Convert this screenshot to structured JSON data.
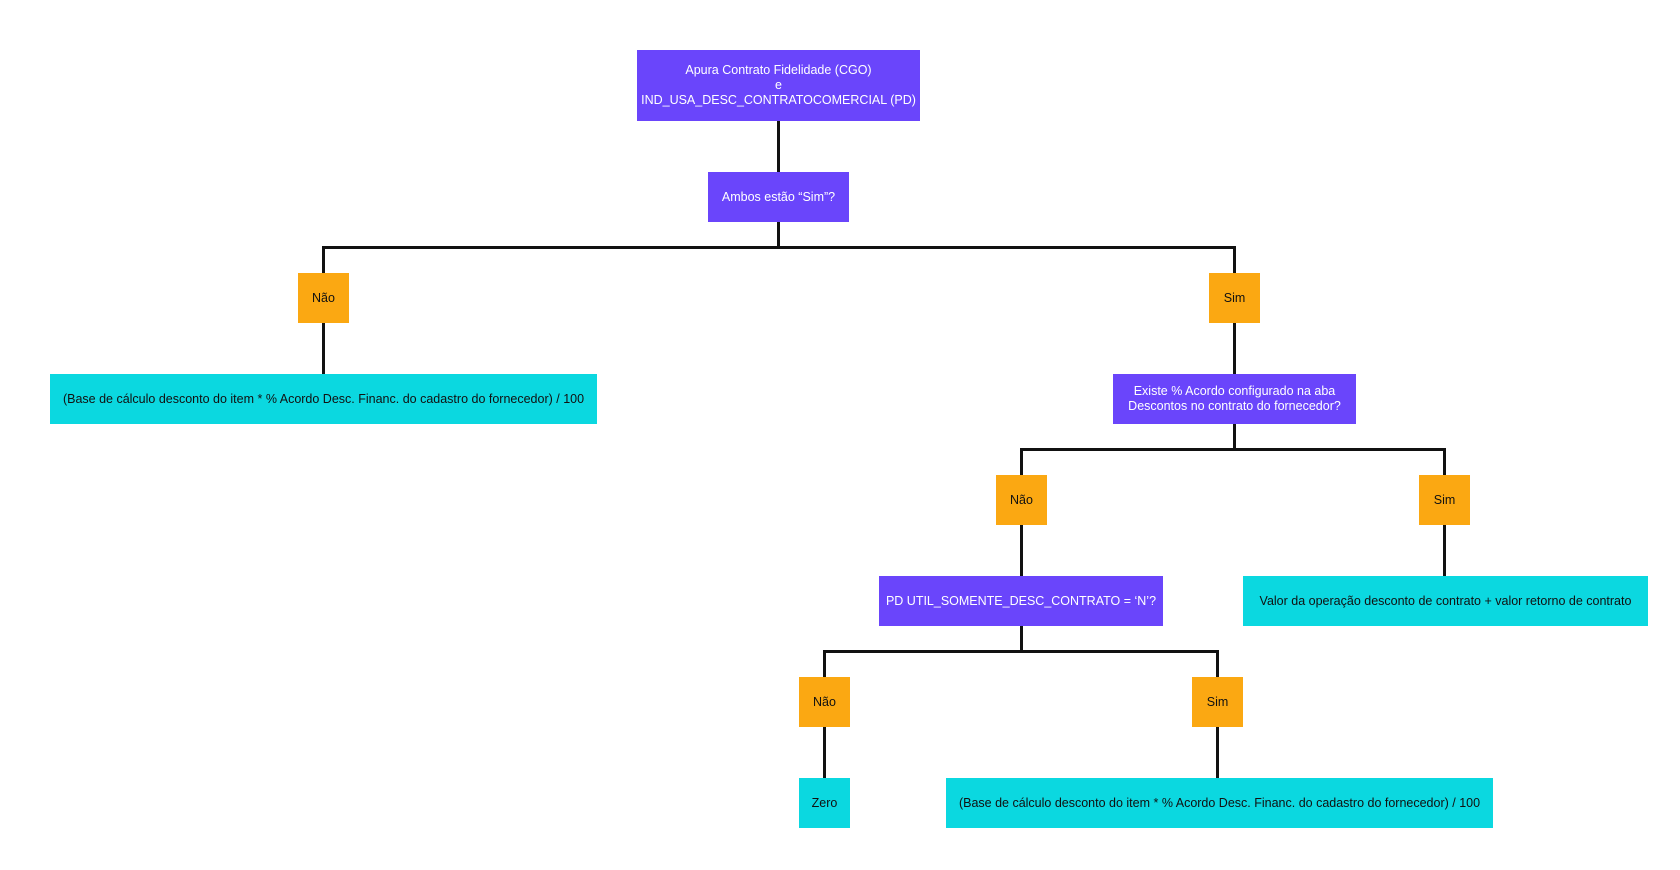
{
  "colors": {
    "process": "#6a45fb",
    "decision_answer": "#fba812",
    "result": "#0bd8e0",
    "connector": "#111111"
  },
  "nodes": {
    "start": "Apura Contrato Fidelidade (CGO)\ne\nIND_USA_DESC_CONTRATOCOMERCIAL (PD)",
    "q_both_yes": "Ambos estão “Sim”?",
    "a1_no": "Não",
    "a1_yes": "Sim",
    "r_no_formula": "(Base de cálculo desconto do item * % Acordo Desc. Financ. do cadastro do fornecedor) / 100",
    "q_acordo": "Existe % Acordo configurado na aba\nDescontos no contrato do fornecedor?",
    "a2_no": "Não",
    "a2_yes": "Sim",
    "q_util": "PD UTIL_SOMENTE_DESC_CONTRATO = ‘N’?",
    "r_valor_operacao": "Valor da operação desconto de contrato + valor retorno de contrato",
    "a3_no": "Não",
    "a3_yes": "Sim",
    "r_zero": "Zero",
    "r_yes_formula": "(Base de cálculo desconto do item * % Acordo Desc. Financ. do cadastro do fornecedor) / 100"
  }
}
